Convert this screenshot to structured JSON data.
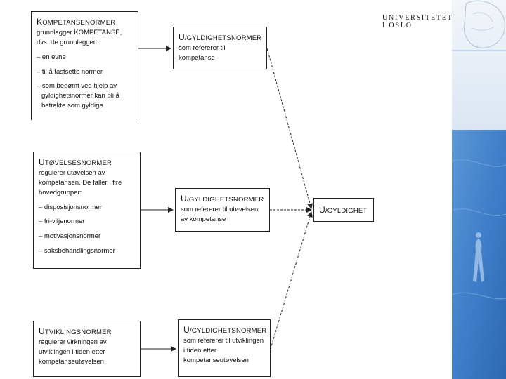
{
  "logo": {
    "line1": "UNIVERSITETET",
    "line2": "I OSLO"
  },
  "boxes": {
    "kompetansenormer": {
      "title_cap": "K",
      "title_rest": "OMPETANSENORMER",
      "body": "grunnlegger KOMPETANSE, dvs. de grunnlegger:",
      "items": [
        "– en evne",
        "– til å fastsette normer",
        "– som bedømt ved hjelp av gyldighetsnormer kan bli å betrakte som gyldige"
      ]
    },
    "gyldighet1": {
      "title_cap": "U",
      "title_rest": "/GYLDIGHETSNORMER",
      "body": "som refererer til kompetanse"
    },
    "utovelsesnormer": {
      "title_cap": "U",
      "title_rest": "TØVELSESNORMER",
      "body": "regulerer utøvelsen av kompetansen. De faller i fire hovedgrupper:",
      "items": [
        "– disposisjonsnormer",
        "– fri-viljenormer",
        "– motivasjonsnormer",
        "– saksbehandlingsnormer"
      ]
    },
    "gyldighet2": {
      "title_cap": "U",
      "title_rest": "/GYLDIGHETSNORMER",
      "body": "som refererer til utøvelsen av kompetanse"
    },
    "gyldighet": {
      "title_cap": "U",
      "title_rest": "/GYLDIGHET"
    },
    "utviklingsnormer": {
      "title_cap": "U",
      "title_rest": "TVIKLINGSNORMER",
      "body": "regulerer virkningen av utviklingen i tiden etter kompetanseutøvelsen"
    },
    "gyldighet3": {
      "title_cap": "U",
      "title_rest": "/GYLDIGHETSNORMER",
      "body": "som refererer til utviklingen i tiden etter kompetanseutøvelsen"
    }
  },
  "colors": {
    "panel_blue": "#3f7fc9",
    "panel_light": "#dbe6f3",
    "line": "#222222"
  }
}
